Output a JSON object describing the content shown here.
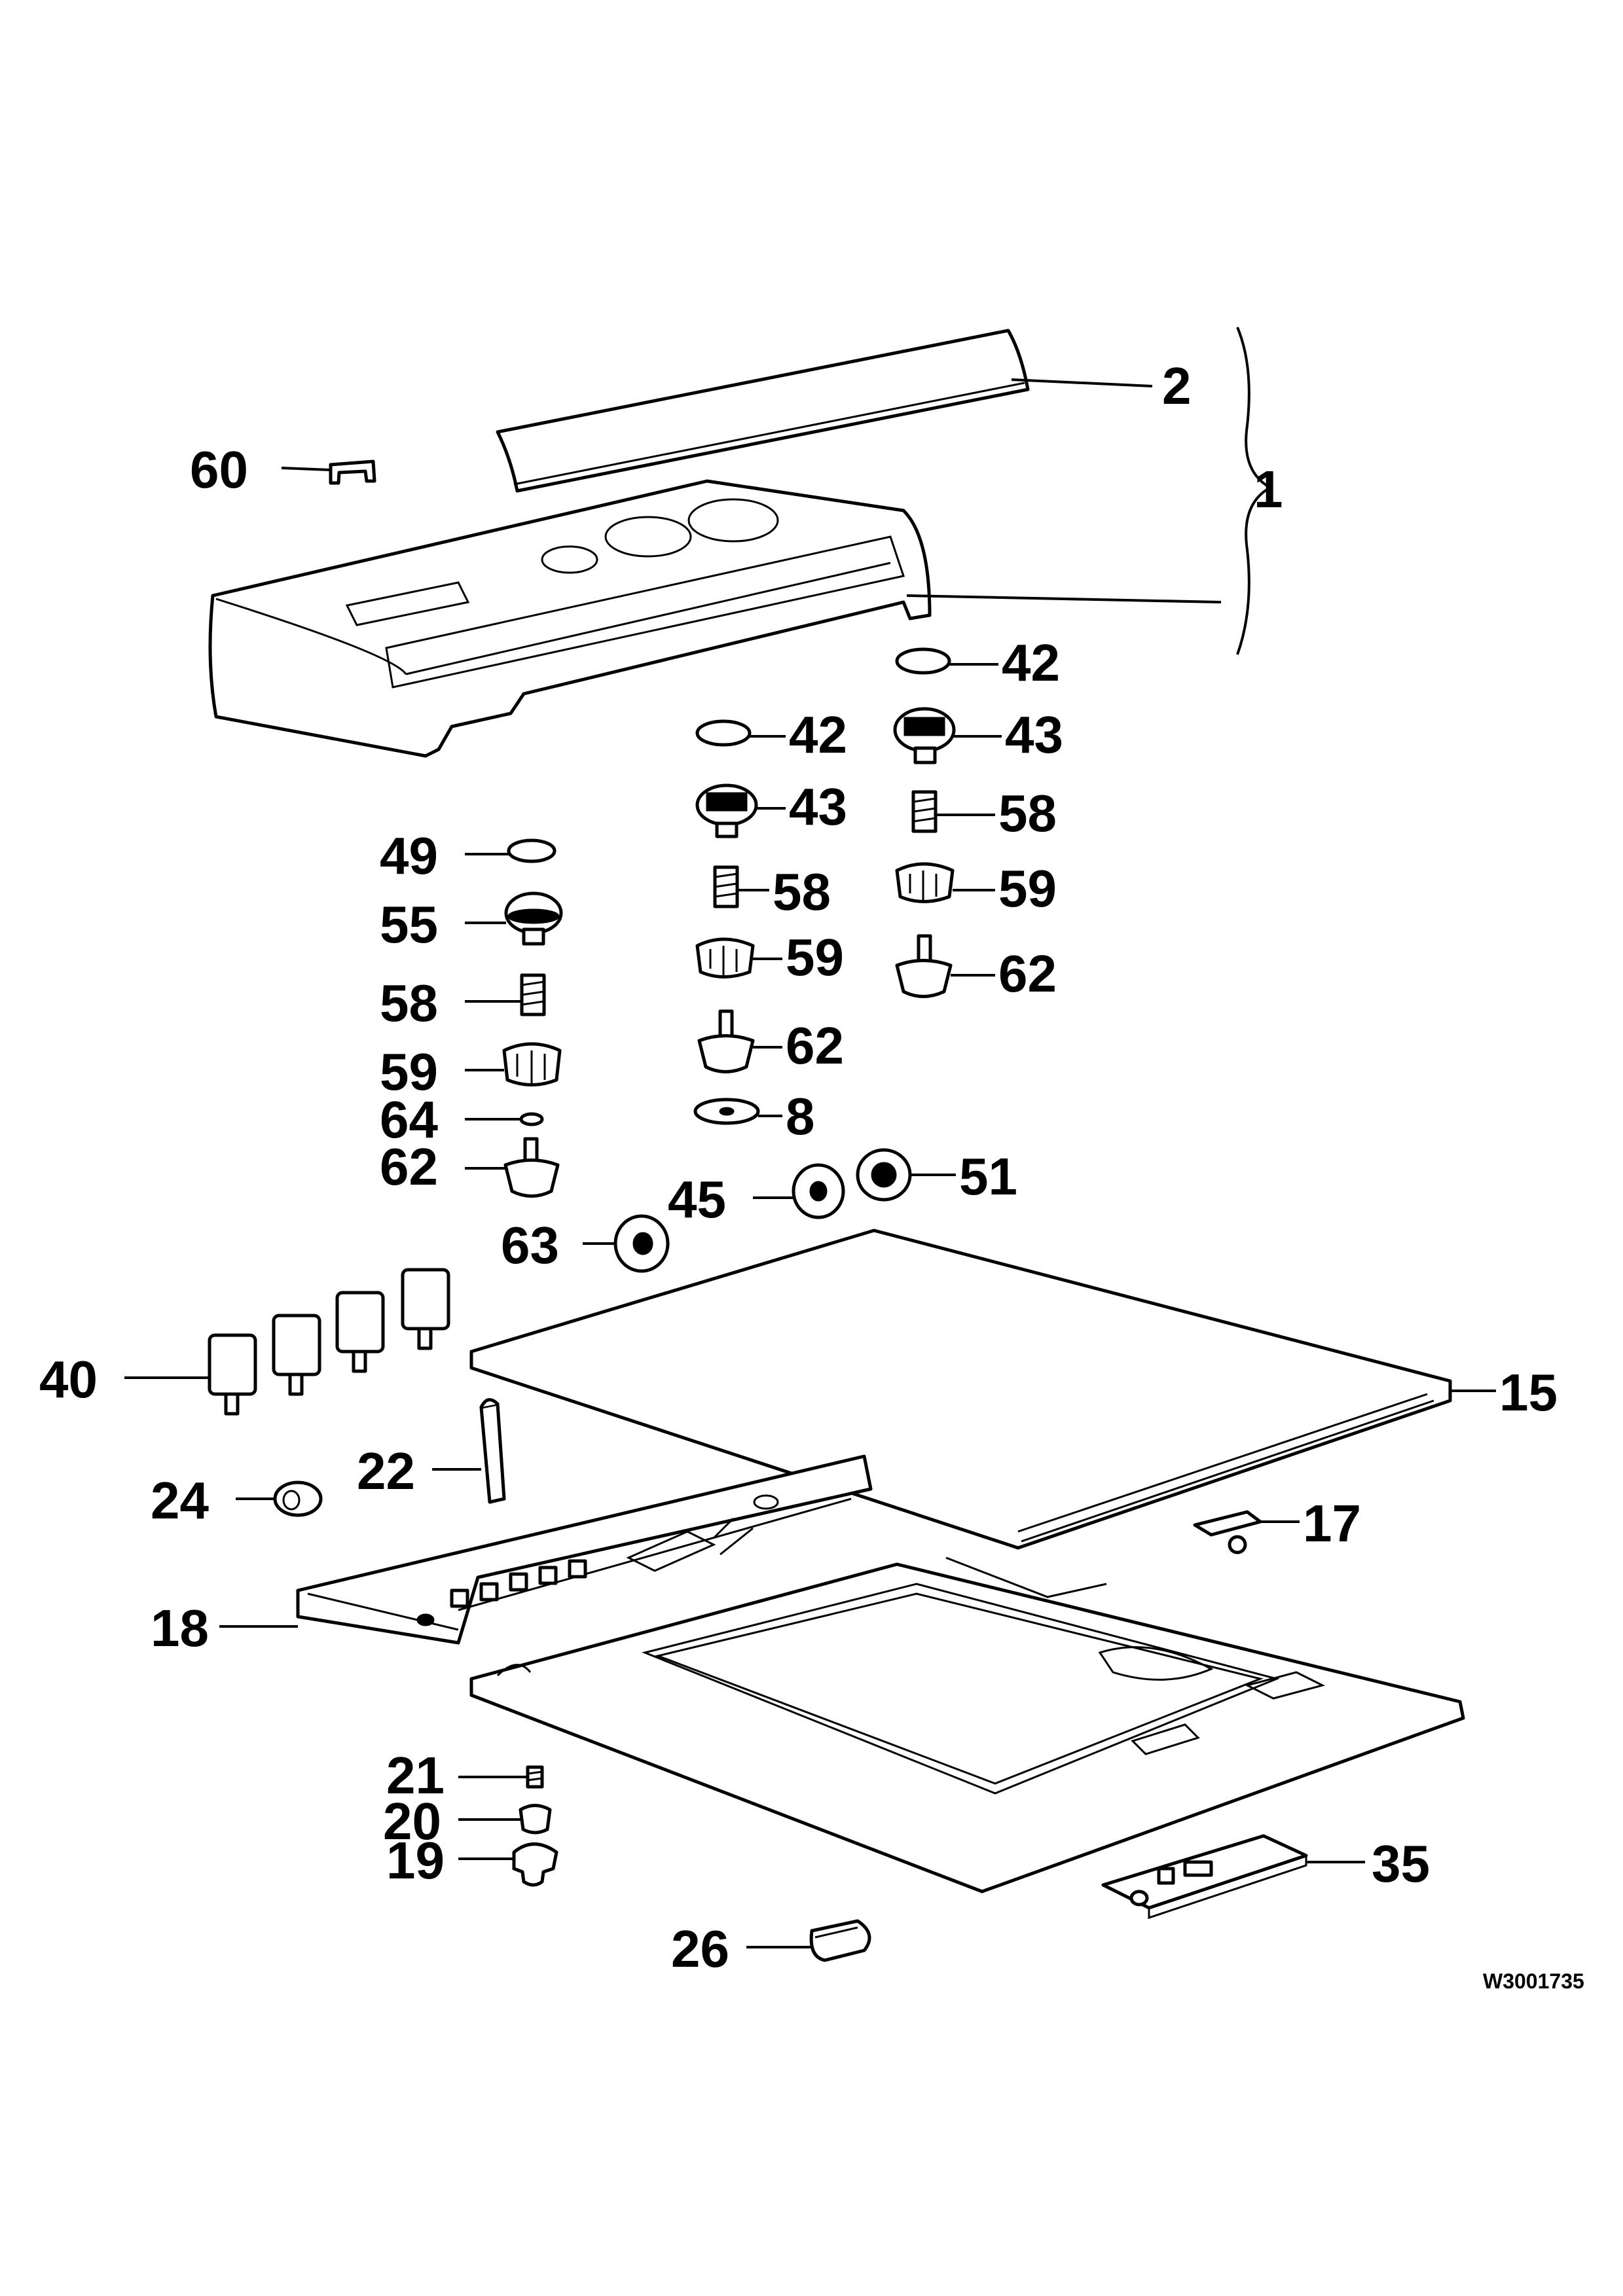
{
  "labels": {
    "p1": "1",
    "p2": "2",
    "p60": "60",
    "p42a": "42",
    "p42b": "42",
    "p43a": "43",
    "p43b": "43",
    "p58a": "58",
    "p58b": "58",
    "p58c": "58",
    "p59a": "59",
    "p59b": "59",
    "p59c": "59",
    "p62a": "62",
    "p62b": "62",
    "p62c": "62",
    "p49": "49",
    "p55": "55",
    "p64": "64",
    "p8": "8",
    "p45": "45",
    "p51": "51",
    "p63": "63",
    "p40": "40",
    "p15": "15",
    "p22": "22",
    "p24": "24",
    "p17": "17",
    "p18": "18",
    "p21": "21",
    "p20": "20",
    "p19": "19",
    "p35": "35",
    "p26": "26"
  },
  "doc_id": "W3001735"
}
